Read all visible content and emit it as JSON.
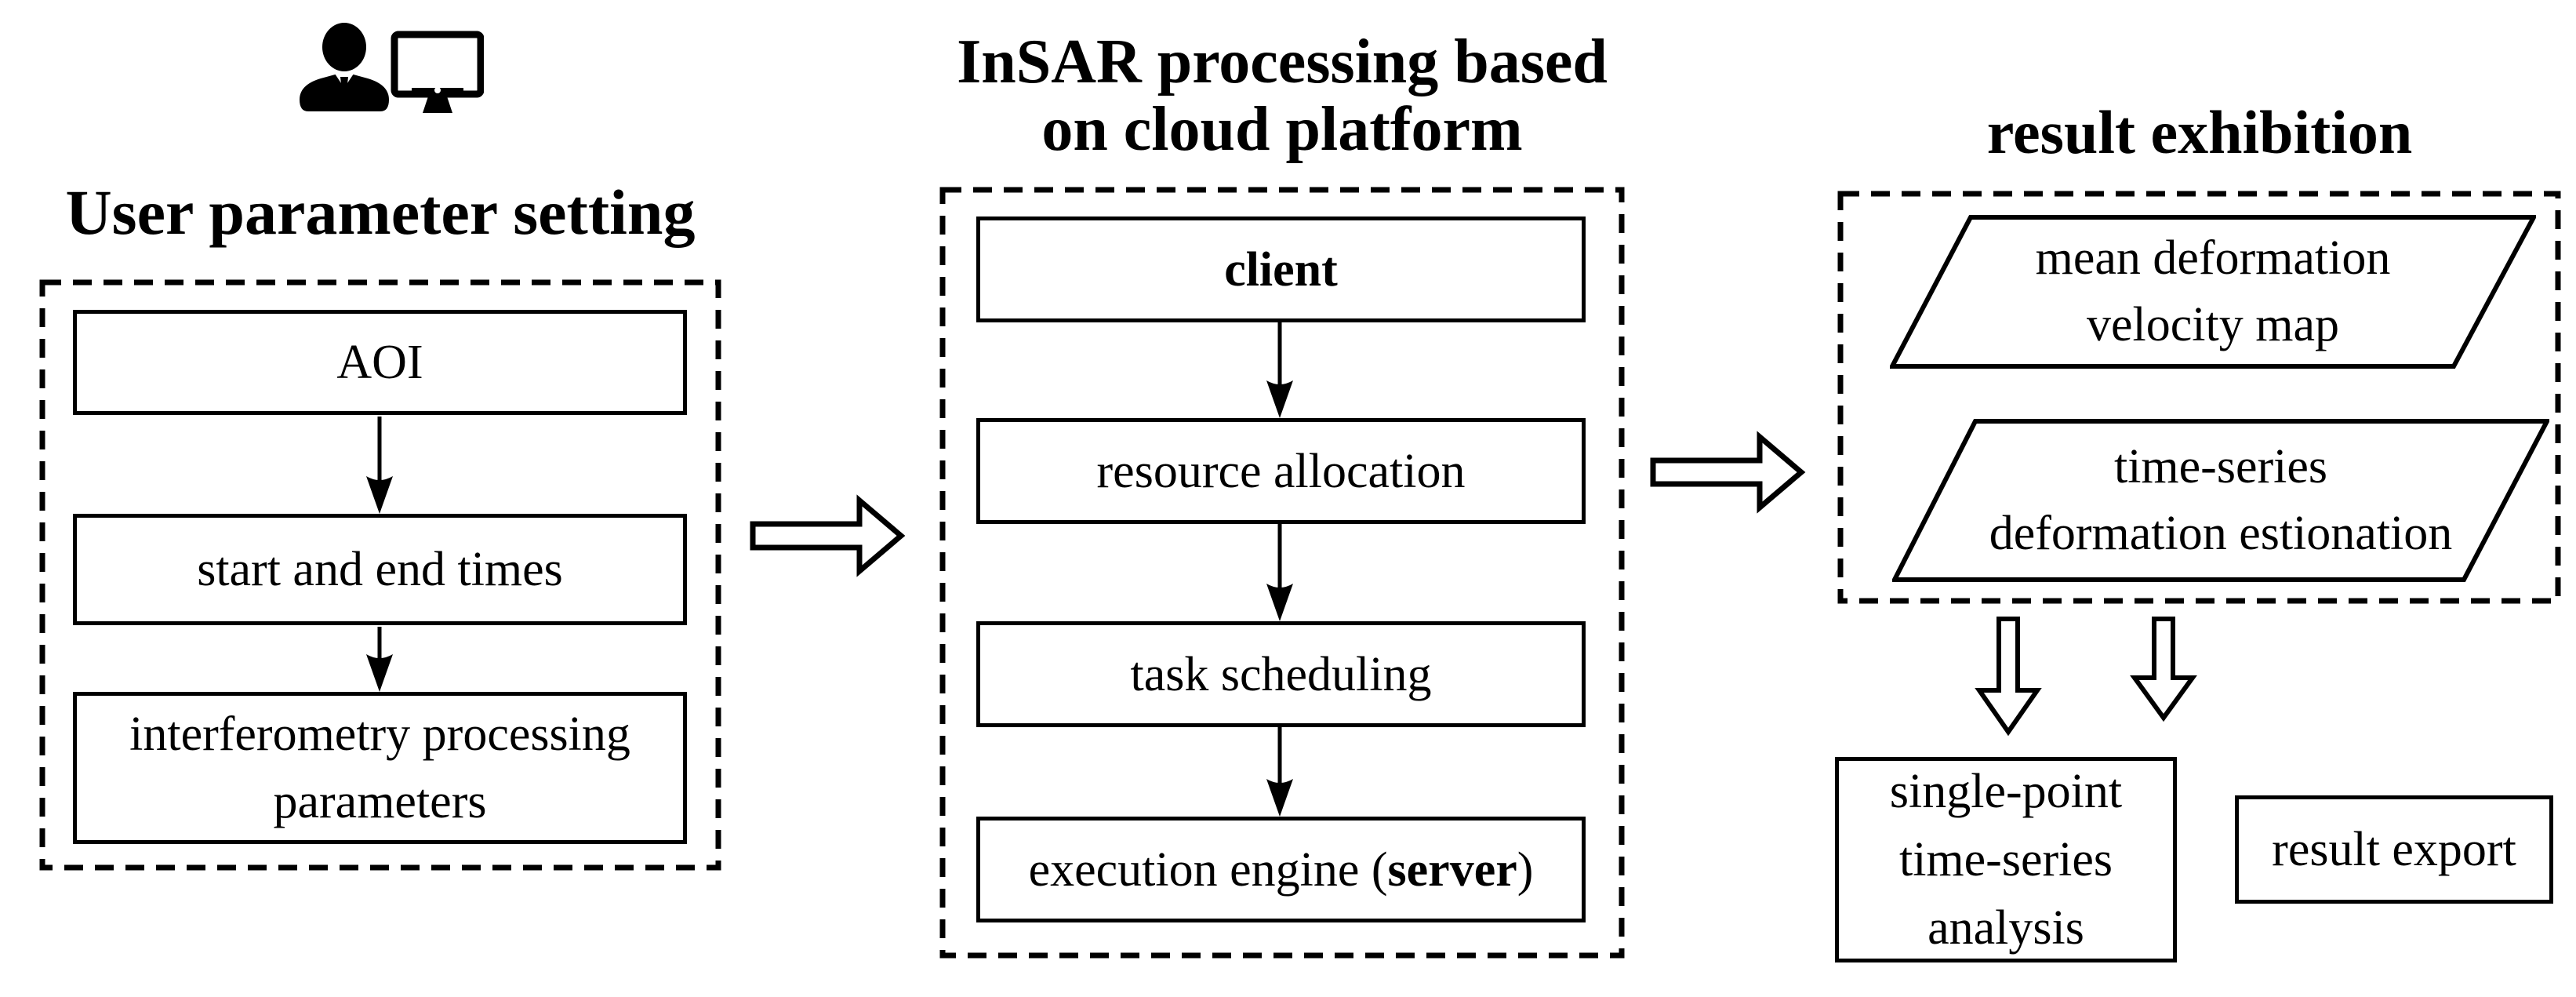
{
  "diagram": {
    "type": "flowchart",
    "ink_color": "#000000",
    "background_color": "#ffffff"
  },
  "left": {
    "icon": "user-with-monitor-icon",
    "title": "User parameter setting",
    "boxes": [
      {
        "lines": [
          "AOI"
        ]
      },
      {
        "lines": [
          "start and end times"
        ]
      },
      {
        "lines": [
          "interferometry processing",
          "parameters"
        ]
      }
    ]
  },
  "middle": {
    "title_lines": [
      "InSAR processing based",
      "on cloud platform"
    ],
    "boxes": [
      {
        "bold": "client"
      },
      {
        "text": "resource allocation"
      },
      {
        "text": "task scheduling"
      },
      {
        "prefix": "execution engine (",
        "bold": "server",
        "suffix": ")"
      }
    ]
  },
  "right": {
    "title": "result exhibition",
    "parallelograms": [
      {
        "lines": [
          "mean deformation",
          "velocity map"
        ]
      },
      {
        "lines": [
          "time-series",
          "deformation estionation"
        ]
      }
    ],
    "output_boxes": [
      {
        "lines": [
          "single-point",
          "time-series",
          "analysis"
        ]
      },
      {
        "lines": [
          "result export"
        ]
      }
    ]
  }
}
